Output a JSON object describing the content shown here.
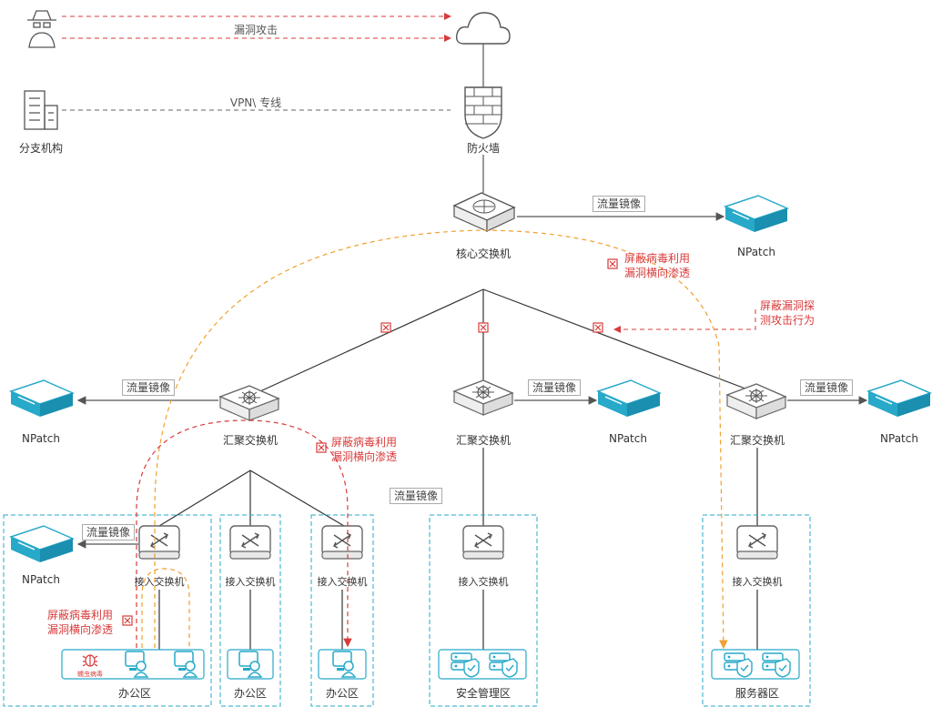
{
  "top": {
    "attack_label": "漏洞攻击",
    "vpn_label": "VPN\\ 专线",
    "branch_label": "分支机构",
    "firewall_label": "防火墙",
    "core_switch_label": "核心交换机"
  },
  "mirror_label": "流量镜像",
  "npatch_label": "NPatch",
  "agg_switch_label": "汇聚交换机",
  "access_switch_label": "接入交换机",
  "annotations": {
    "block_virus_line1": "屏蔽病毒利用",
    "block_virus_line2": "漏洞横向渗透",
    "block_scan_line1": "屏蔽漏洞探",
    "block_scan_line2": "测攻击行为",
    "worm_label": "蠕虫病毒"
  },
  "zones": {
    "office": "办公区",
    "security": "安全管理区",
    "server": "服务器区"
  },
  "colors": {
    "teal": "#27a9c9",
    "red": "#d83a3a",
    "orange": "#f0a030",
    "gray": "#555555"
  }
}
